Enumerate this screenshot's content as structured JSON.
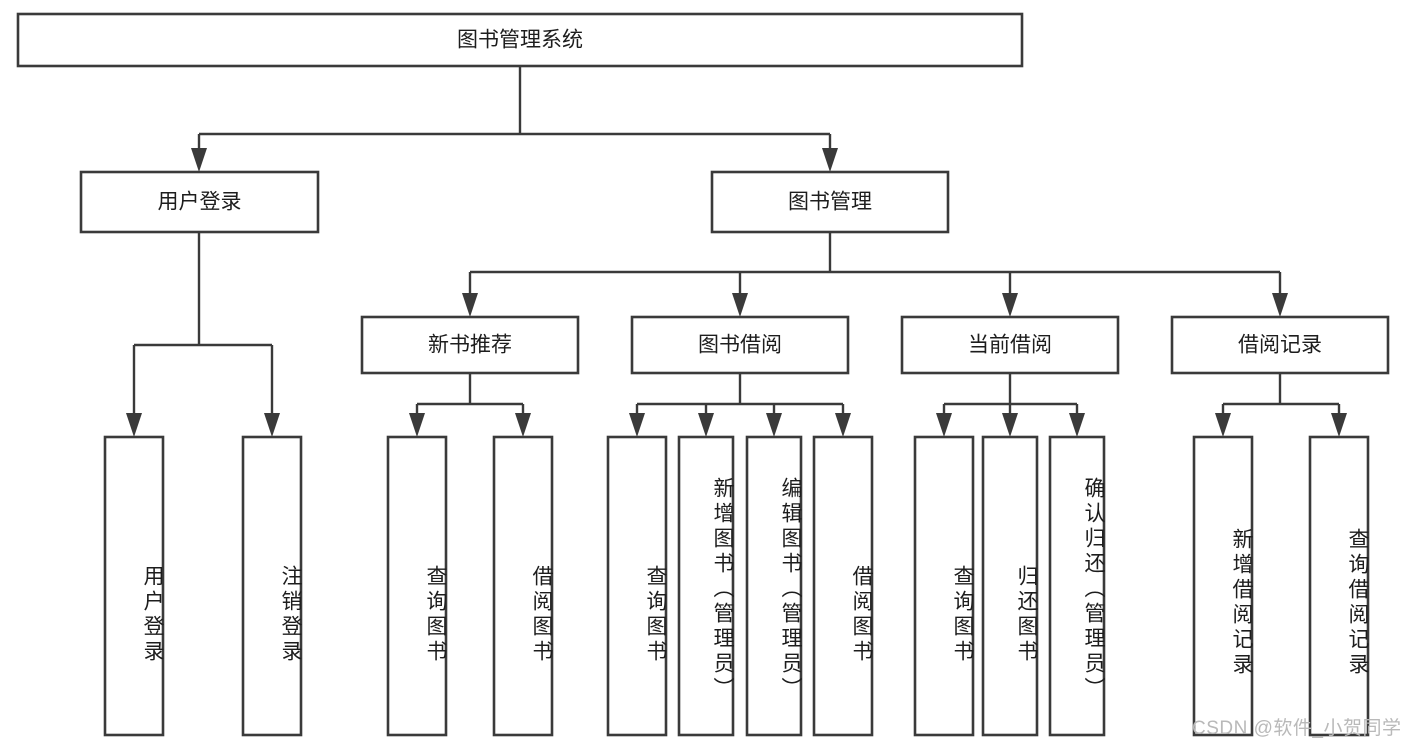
{
  "diagram": {
    "type": "hierarchy-tree",
    "title": "图书管理系统",
    "orientation": "top-down",
    "levels": 4,
    "root": {
      "id": "root",
      "label": "图书管理系统"
    },
    "level2": [
      {
        "id": "user-login",
        "label": "用户登录"
      },
      {
        "id": "book-management",
        "label": "图书管理"
      }
    ],
    "level3": [
      {
        "id": "new-book-recommend",
        "label": "新书推荐",
        "parent": "book-management"
      },
      {
        "id": "book-borrow",
        "label": "图书借阅",
        "parent": "book-management"
      },
      {
        "id": "current-borrow",
        "label": "当前借阅",
        "parent": "book-management"
      },
      {
        "id": "borrow-record",
        "label": "借阅记录",
        "parent": "book-management"
      }
    ],
    "leaves": {
      "user_login": [
        {
          "id": "leaf-user-login",
          "label": "用户登录"
        },
        {
          "id": "leaf-logout-login",
          "label": "注销登录"
        }
      ],
      "new_book_recommend": [
        {
          "id": "leaf-query-book-1",
          "label": "查询图书"
        },
        {
          "id": "leaf-borrow-book-1",
          "label": "借阅图书"
        }
      ],
      "book_borrow": [
        {
          "id": "leaf-query-book-2",
          "label": "查询图书"
        },
        {
          "id": "leaf-add-book",
          "label": "新增图书（管理员）"
        },
        {
          "id": "leaf-edit-book",
          "label": "编辑图书（管理员）"
        },
        {
          "id": "leaf-borrow-book-2",
          "label": "借阅图书"
        }
      ],
      "current_borrow": [
        {
          "id": "leaf-query-book-3",
          "label": "查询图书"
        },
        {
          "id": "leaf-return-book",
          "label": "归还图书"
        },
        {
          "id": "leaf-confirm-return",
          "label": "确认归还（管理员）"
        }
      ],
      "borrow_record": [
        {
          "id": "leaf-add-record",
          "label": "新增借阅记录"
        },
        {
          "id": "leaf-query-record",
          "label": "查询借阅记录"
        }
      ]
    }
  },
  "watermark": {
    "text": "CSDN @软件_小贺同学"
  },
  "colors": {
    "background": "#ffffff",
    "box_fill": "#ffffff",
    "box_stroke": "#3a3a3a",
    "connector": "#3a3a3a",
    "text": "#1d1d1d",
    "watermark": "#b9b9b9"
  }
}
